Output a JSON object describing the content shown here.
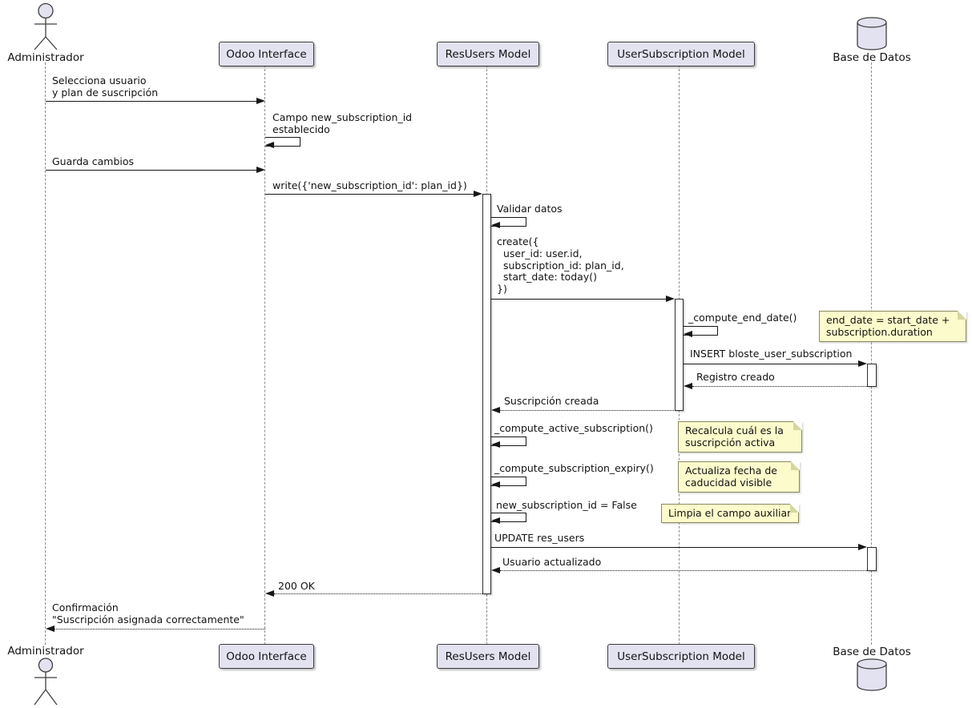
{
  "diagram_type": "uml-sequence",
  "participants": [
    {
      "id": "administrador",
      "label": "Administrador",
      "kind": "actor"
    },
    {
      "id": "odoo-interface",
      "label": "Odoo Interface",
      "kind": "participant"
    },
    {
      "id": "resusers-model",
      "label": "ResUsers Model",
      "kind": "participant"
    },
    {
      "id": "usersubscription-model",
      "label": "UserSubscription Model",
      "kind": "participant"
    },
    {
      "id": "base-de-datos",
      "label": "Base de Datos",
      "kind": "database"
    }
  ],
  "messages": [
    {
      "from": "administrador",
      "to": "odoo-interface",
      "kind": "solid",
      "label": "Selecciona usuario\ny plan de suscripción"
    },
    {
      "from": "odoo-interface",
      "to": "odoo-interface",
      "kind": "self",
      "label": "Campo new_subscription_id\nestablecido"
    },
    {
      "from": "administrador",
      "to": "odoo-interface",
      "kind": "solid",
      "label": "Guarda cambios"
    },
    {
      "from": "odoo-interface",
      "to": "resusers-model",
      "kind": "solid",
      "label": "write({'new_subscription_id': plan_id})"
    },
    {
      "from": "resusers-model",
      "to": "resusers-model",
      "kind": "self",
      "label": "Validar datos"
    },
    {
      "from": "resusers-model",
      "to": "usersubscription-model",
      "kind": "solid",
      "label": "create({\n  user_id: user.id,\n  subscription_id: plan_id,\n  start_date: today()\n})"
    },
    {
      "from": "usersubscription-model",
      "to": "usersubscription-model",
      "kind": "self",
      "label": "_compute_end_date()"
    },
    {
      "from": "usersubscription-model",
      "to": "base-de-datos",
      "kind": "solid",
      "label": "INSERT bloste_user_subscription"
    },
    {
      "from": "base-de-datos",
      "to": "usersubscription-model",
      "kind": "return",
      "label": "Registro creado"
    },
    {
      "from": "usersubscription-model",
      "to": "resusers-model",
      "kind": "return",
      "label": "Suscripción creada"
    },
    {
      "from": "resusers-model",
      "to": "resusers-model",
      "kind": "self",
      "label": "_compute_active_subscription()"
    },
    {
      "from": "resusers-model",
      "to": "resusers-model",
      "kind": "self",
      "label": "_compute_subscription_expiry()"
    },
    {
      "from": "resusers-model",
      "to": "resusers-model",
      "kind": "self",
      "label": "new_subscription_id = False"
    },
    {
      "from": "resusers-model",
      "to": "base-de-datos",
      "kind": "solid",
      "label": "UPDATE res_users"
    },
    {
      "from": "base-de-datos",
      "to": "resusers-model",
      "kind": "return",
      "label": "Usuario actualizado"
    },
    {
      "from": "resusers-model",
      "to": "odoo-interface",
      "kind": "return",
      "label": "200 OK"
    },
    {
      "from": "odoo-interface",
      "to": "administrador",
      "kind": "return",
      "label": "Confirmación\n\"Suscripción asignada correctamente\""
    }
  ],
  "notes": [
    {
      "attached_to": "base-de-datos",
      "label": "end_date = start_date +\nsubscription.duration"
    },
    {
      "attached_to": "usersubscription-model",
      "label": "Recalcula cuál es la\nsuscripción activa"
    },
    {
      "attached_to": "usersubscription-model",
      "label": "Actualiza fecha de\ncaducidad visible"
    },
    {
      "attached_to": "usersubscription-model",
      "label": "Limpia el campo auxiliar"
    }
  ],
  "colors": {
    "participant_fill": "#E2E2F0",
    "participant_border": "#3c3c3c",
    "note_fill": "#FBFBCB",
    "note_border": "#8a8a62",
    "note_fold": "#d6d6a0",
    "line": "#161616",
    "lifeline": "#8c8c8c",
    "background": "#ffffff",
    "text": "#131313"
  }
}
